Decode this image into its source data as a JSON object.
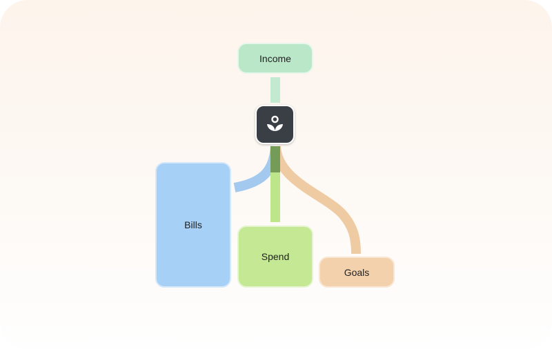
{
  "diagram": {
    "source": {
      "label": "Income",
      "color": "#b9e7c8"
    },
    "hub": {
      "icon": "sprout-logo-icon"
    },
    "targets": [
      {
        "id": "bills",
        "label": "Bills",
        "color": "#a7d0f6",
        "flow_color": "#a3c9ef"
      },
      {
        "id": "spend",
        "label": "Spend",
        "color": "#c4e894",
        "flow_color": "#bde68a"
      },
      {
        "id": "goals",
        "label": "Goals",
        "color": "#f4d1ad",
        "flow_color": "#efcba4"
      }
    ],
    "overlap_color": "#5f8a4c"
  }
}
